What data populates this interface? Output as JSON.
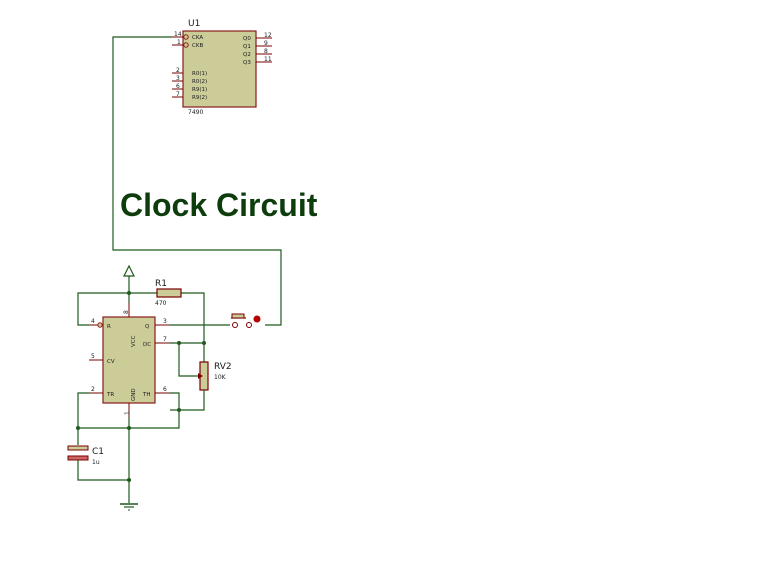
{
  "title": "Clock Circuit",
  "u1": {
    "ref": "U1",
    "part": "7490",
    "left_pins": [
      {
        "num": "14",
        "name": "CKA"
      },
      {
        "num": "1",
        "name": "CKB"
      },
      {
        "num": "2",
        "name": "R0(1)"
      },
      {
        "num": "3",
        "name": "R0(2)"
      },
      {
        "num": "6",
        "name": "R9(1)"
      },
      {
        "num": "7",
        "name": "R9(2)"
      }
    ],
    "right_pins": [
      {
        "num": "12",
        "name": "Q0"
      },
      {
        "num": "9",
        "name": "Q1"
      },
      {
        "num": "8",
        "name": "Q2"
      },
      {
        "num": "11",
        "name": "Q3"
      }
    ]
  },
  "timer": {
    "pins": {
      "r": {
        "num": "4",
        "name": "R"
      },
      "cv": {
        "num": "5",
        "name": "CV"
      },
      "tr": {
        "num": "2",
        "name": "TR"
      },
      "q": {
        "num": "3",
        "name": "Q"
      },
      "dc": {
        "num": "7",
        "name": "DC"
      },
      "th": {
        "num": "6",
        "name": "TH"
      },
      "vcc": {
        "num": "8",
        "name": "VCC"
      },
      "gnd": {
        "num": "1",
        "name": "GND"
      }
    }
  },
  "r1": {
    "ref": "R1",
    "value": "470"
  },
  "rv2": {
    "ref": "RV2",
    "value": "10K"
  },
  "c1": {
    "ref": "C1",
    "value": "1u"
  }
}
